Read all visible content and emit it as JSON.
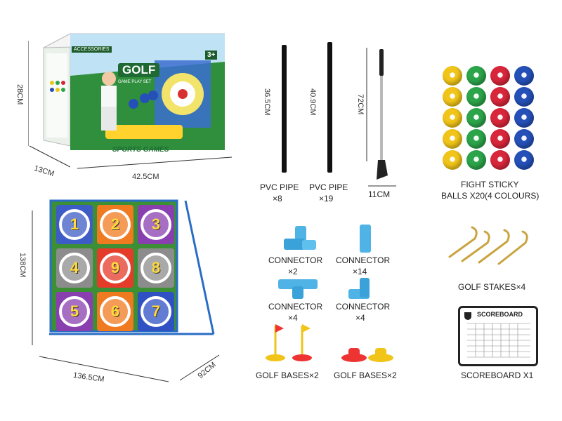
{
  "box": {
    "height_label": "28CM",
    "depth_label": "13CM",
    "width_label": "42.5CM",
    "accessories_label": "ACCESSORIES",
    "golf_title": "GOLF",
    "golf_subtitle": "GAME PLAY SET",
    "sports_games": "SPORTS GAMES",
    "age": "3+"
  },
  "target": {
    "height_label": "138CM",
    "width_label": "136.5CM",
    "depth_label": "92CM",
    "numbers": [
      "1",
      "2",
      "3",
      "4",
      "9",
      "8",
      "5",
      "6",
      "7"
    ],
    "colors": [
      "#3e5cc6",
      "#f07a1f",
      "#8a3fb0",
      "#8c8c8c",
      "#e53b2a",
      "#8c8c8c",
      "#8a3fb0",
      "#f07a1f",
      "#2f51c4"
    ]
  },
  "pipes": [
    {
      "length": "36.5CM",
      "name": "PVC PIPE",
      "qty": "×8"
    },
    {
      "length": "40.9CM",
      "name": "PVC PIPE",
      "qty": "×19"
    }
  ],
  "club": {
    "length": "72CM",
    "size": "11CM"
  },
  "balls": {
    "line1": "FIGHT STICKY",
    "line2": "BALLS X20(4 COLOURS)",
    "colors": [
      "#f0c419",
      "#2ca44a",
      "#d8263a",
      "#2550b8"
    ]
  },
  "connectors": [
    {
      "name": "CONNECTOR",
      "qty": "×2"
    },
    {
      "name": "CONNECTOR",
      "qty": "×14"
    },
    {
      "name": "CONNECTOR",
      "qty": "×4"
    },
    {
      "name": "CONNECTOR",
      "qty": "×4"
    }
  ],
  "stakes": {
    "label": "GOLF STAKES×4"
  },
  "bases": [
    {
      "label": "GOLF BASES×2"
    },
    {
      "label": "GOLF BASES×2"
    }
  ],
  "scoreboard": {
    "title": "SCOREBOARD",
    "label": "SCOREBOARD X1"
  }
}
